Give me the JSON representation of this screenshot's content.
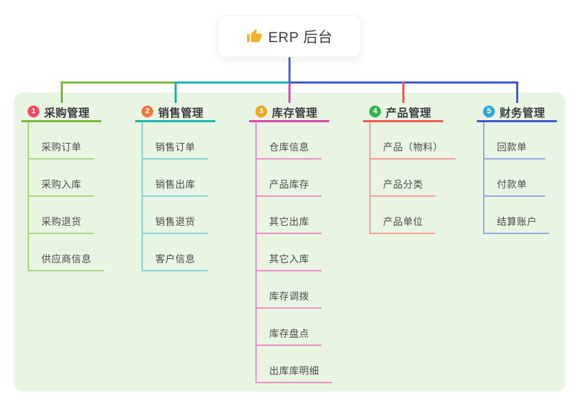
{
  "root": {
    "title": "ERP 后台",
    "icon": "thumbs-up",
    "stem_color": "#4e5cd6"
  },
  "panel": {
    "bg_color": "#e8f5e2"
  },
  "branches": [
    {
      "index": "1",
      "label": "采购管理",
      "badge_color": "#f04a5e",
      "line_color": "#7cb53c",
      "child_line_color": "#a8d67f",
      "children": [
        "采购订单",
        "采购入库",
        "采购退货",
        "供应商信息"
      ]
    },
    {
      "index": "2",
      "label": "销售管理",
      "badge_color": "#f4743b",
      "line_color": "#13b5b0",
      "child_line_color": "#80d3cf",
      "children": [
        "销售订单",
        "销售出库",
        "销售退货",
        "客户信息"
      ]
    },
    {
      "index": "3",
      "label": "库存管理",
      "badge_color": "#f2a51f",
      "line_color": "#d944b0",
      "child_line_color": "#ef8dc7",
      "children": [
        "仓库信息",
        "产品库存",
        "其它出库",
        "其它入库",
        "库存调拨",
        "库存盘点",
        "出库库明细"
      ]
    },
    {
      "index": "4",
      "label": "产品管理",
      "badge_color": "#33b54a",
      "line_color": "#f5534d",
      "child_line_color": "#f59b95",
      "children": [
        "产品（物料）",
        "产品分类",
        "产品单位"
      ]
    },
    {
      "index": "5",
      "label": "财务管理",
      "badge_color": "#30a6e0",
      "line_color": "#3a57cf",
      "child_line_color": "#8fa8e6",
      "children": [
        "回款单",
        "付款单",
        "结算账户"
      ]
    }
  ]
}
